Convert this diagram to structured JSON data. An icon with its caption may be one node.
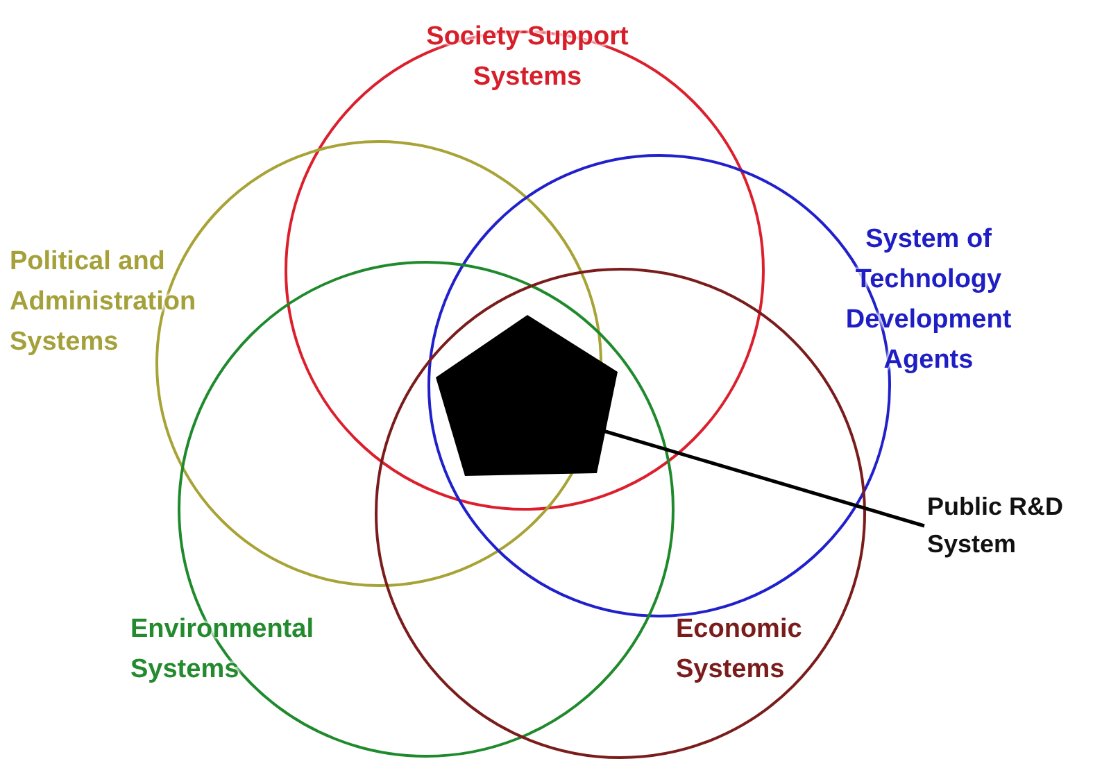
{
  "diagram": {
    "nodes": [
      {
        "text": [
          "Society Support Systems"
        ]
      },
      {
        "text": [
          "Political and Administration Systems"
        ]
      },
      {
        "text": [
          "System of Technology Development Agents"
        ]
      },
      {
        "text": [
          "Environmental Systems"
        ]
      },
      {
        "text": [
          "Economic Systems"
        ]
      },
      {
        "text": [],
        "shape": "pentagon"
      },
      {
        "text": [
          "Public R&D System"
        ]
      }
    ],
    "edges": [
      {
        "from": 6,
        "to": 5,
        "arrow": "none"
      }
    ]
  }
}
